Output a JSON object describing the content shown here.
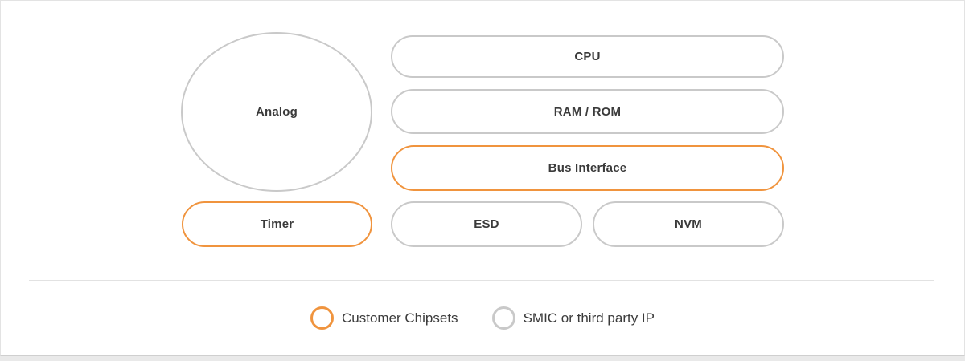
{
  "page": {
    "background": "#ffffff",
    "frame_border": "#e3e3e3",
    "bottom_strip": "#e9e9e9"
  },
  "colors": {
    "customer": "#F0943E",
    "third_party": "#C9C9C9",
    "label_text": "#3B3B3B"
  },
  "diagram": {
    "nodes": [
      {
        "id": "analog",
        "label": "Analog",
        "shape": "ellipse",
        "type": "third_party"
      },
      {
        "id": "cpu",
        "label": "CPU",
        "shape": "pill",
        "type": "third_party"
      },
      {
        "id": "ram",
        "label": "RAM / ROM",
        "shape": "pill",
        "type": "third_party"
      },
      {
        "id": "bus",
        "label": "Bus Interface",
        "shape": "pill",
        "type": "customer"
      },
      {
        "id": "timer",
        "label": "Timer",
        "shape": "pill",
        "type": "customer"
      },
      {
        "id": "esd",
        "label": "ESD",
        "shape": "pill",
        "type": "third_party"
      },
      {
        "id": "nvm",
        "label": "NVM",
        "shape": "pill",
        "type": "third_party"
      }
    ]
  },
  "legend": {
    "items": [
      {
        "label": "Customer Chipsets",
        "type": "customer"
      },
      {
        "label": "SMIC or third party IP",
        "type": "third_party"
      }
    ]
  }
}
